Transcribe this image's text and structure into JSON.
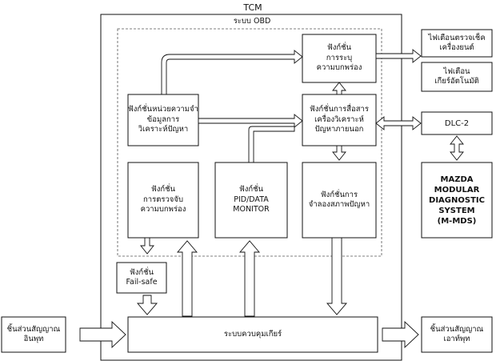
{
  "tcm_label": "TCM",
  "obd_label": "ระบบ OBD",
  "boxes": {
    "identify": "ฟังก์ชั่น\nการระบุ\nความบกพร่อง",
    "memory": "ฟังก์ชั่นหน่วยความจำ\nข้อมูลการ\nวิเคราะห์ปัญหา",
    "comm": "ฟังก์ชั่นการสื่อสาร\nเครื่องวิเคราะห์\nปัญหาภายนอก",
    "detect": "ฟังก์ชั่น\nการตรวจจับ\nความบกพร่อง",
    "pid": "ฟังก์ชั่น\nPID/DATA\nMONITOR",
    "simulate": "ฟังก์ชั่นการ\nจำลองสภาพปัญหา",
    "failsafe": "ฟังก์ชั่น\nFail-safe",
    "gear_control": "ระบบควบคุมเกียร์",
    "warning_engine": "ไฟเตือนตรวจเช็ค\nเครื่องยนต์",
    "warning_at": "ไฟเตือน\nเกียร์อัตโนมัติ",
    "dlc": "DLC-2",
    "mmds": "MAZDA\nMODULAR\nDIAGNOSTIC\nSYSTEM\n(M-MDS)",
    "input": "ชิ้นส่วนสัญญาณ\nอินพุท",
    "output": "ชิ้นส่วนสัญญาณ\nเอาท์พุท"
  }
}
